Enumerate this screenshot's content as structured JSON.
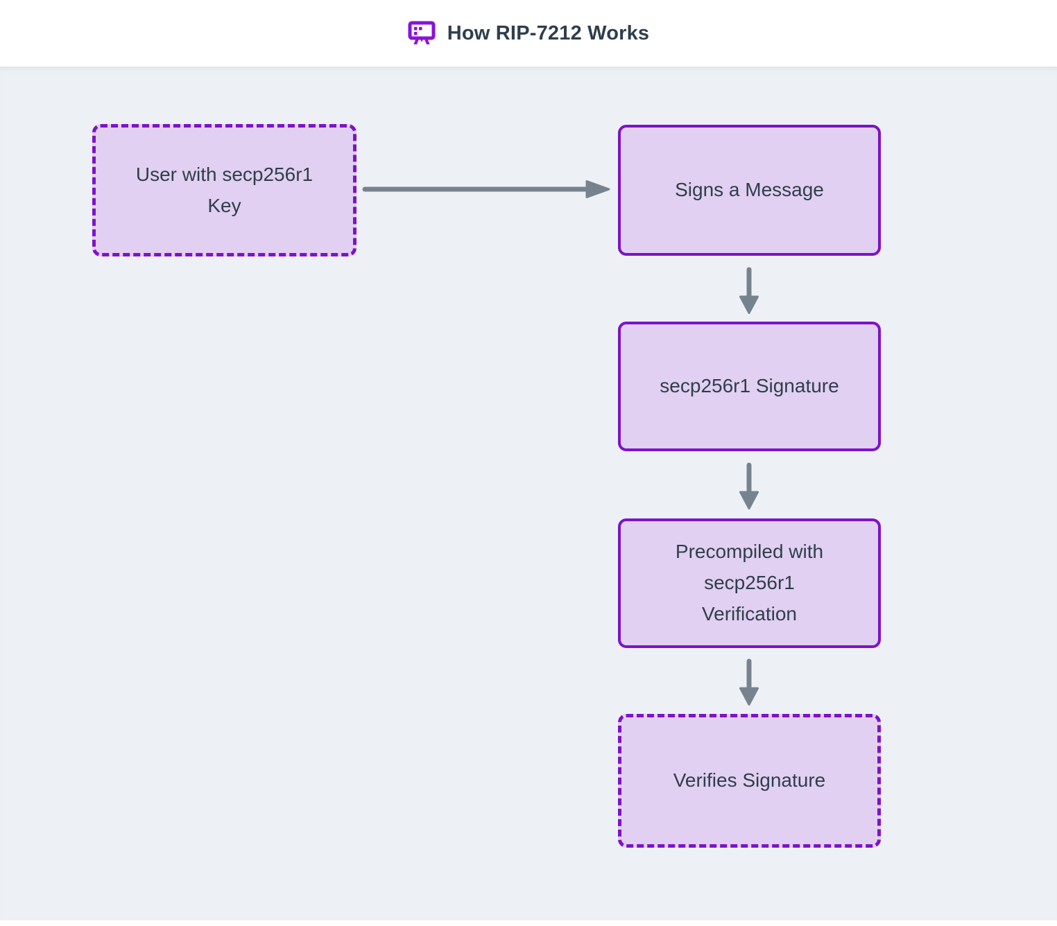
{
  "header": {
    "title": "How RIP-7212 Works",
    "icon": "presentation-board-icon"
  },
  "diagram": {
    "type": "flowchart",
    "direction": "left-to-right, then top-down",
    "nodes": [
      {
        "id": "user",
        "label": "User with secp256r1\nKey",
        "style": "dashed"
      },
      {
        "id": "sign",
        "label": "Signs a Message",
        "style": "solid"
      },
      {
        "id": "signature",
        "label": "secp256r1 Signature",
        "style": "solid"
      },
      {
        "id": "precompile",
        "label": "Precompiled with\nsecp256r1\nVerification",
        "style": "solid"
      },
      {
        "id": "verify",
        "label": "Verifies Signature",
        "style": "dashed"
      }
    ],
    "edges": [
      {
        "from": "user",
        "to": "sign",
        "direction": "right"
      },
      {
        "from": "sign",
        "to": "signature",
        "direction": "down"
      },
      {
        "from": "signature",
        "to": "precompile",
        "direction": "down"
      },
      {
        "from": "precompile",
        "to": "verify",
        "direction": "down"
      }
    ]
  },
  "colors": {
    "accent-purple": "#7e12c9",
    "node-fill": "#e1d0f1",
    "arrow-gray": "#76838f",
    "text-dark": "#2f3e4c",
    "canvas-bg": "#edf1f5",
    "header-bg": "#ffffff",
    "icon-purple": "#8a12d8"
  }
}
